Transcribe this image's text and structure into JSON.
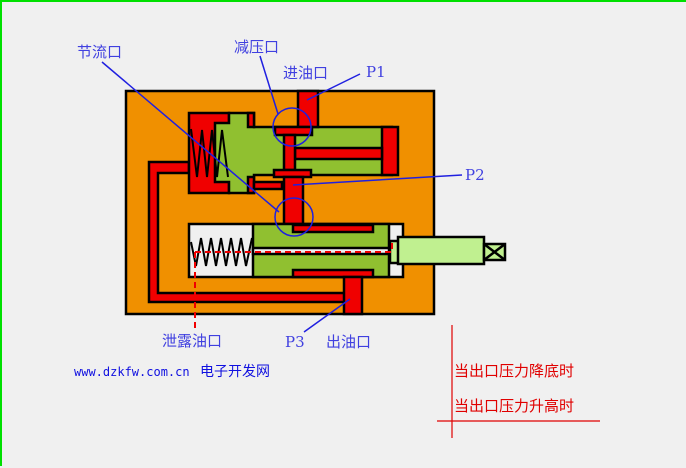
{
  "colors": {
    "border": "#00e000",
    "background": "#f0f0f0",
    "body": "#f09000",
    "oil": "#f00000",
    "spool": "#90c030",
    "handle": "#c0f090",
    "chamber": "#f0f0f0",
    "label": "#2020e0",
    "note": "#e00000"
  },
  "labels": {
    "throttle_port": "节流口",
    "reducing_port": "减压口",
    "inlet_port": "进油口",
    "p1": "P1",
    "p2": "P2",
    "p3": "P3",
    "drain_port": "泄露油口",
    "outlet_port": "出油口"
  },
  "footer": {
    "url": "www.dzkfw.com.cn",
    "site_name": "电子开发网"
  },
  "notes": {
    "pressure_drop": "当出口压力降底时",
    "pressure_rise": "当出口压力升高时"
  }
}
